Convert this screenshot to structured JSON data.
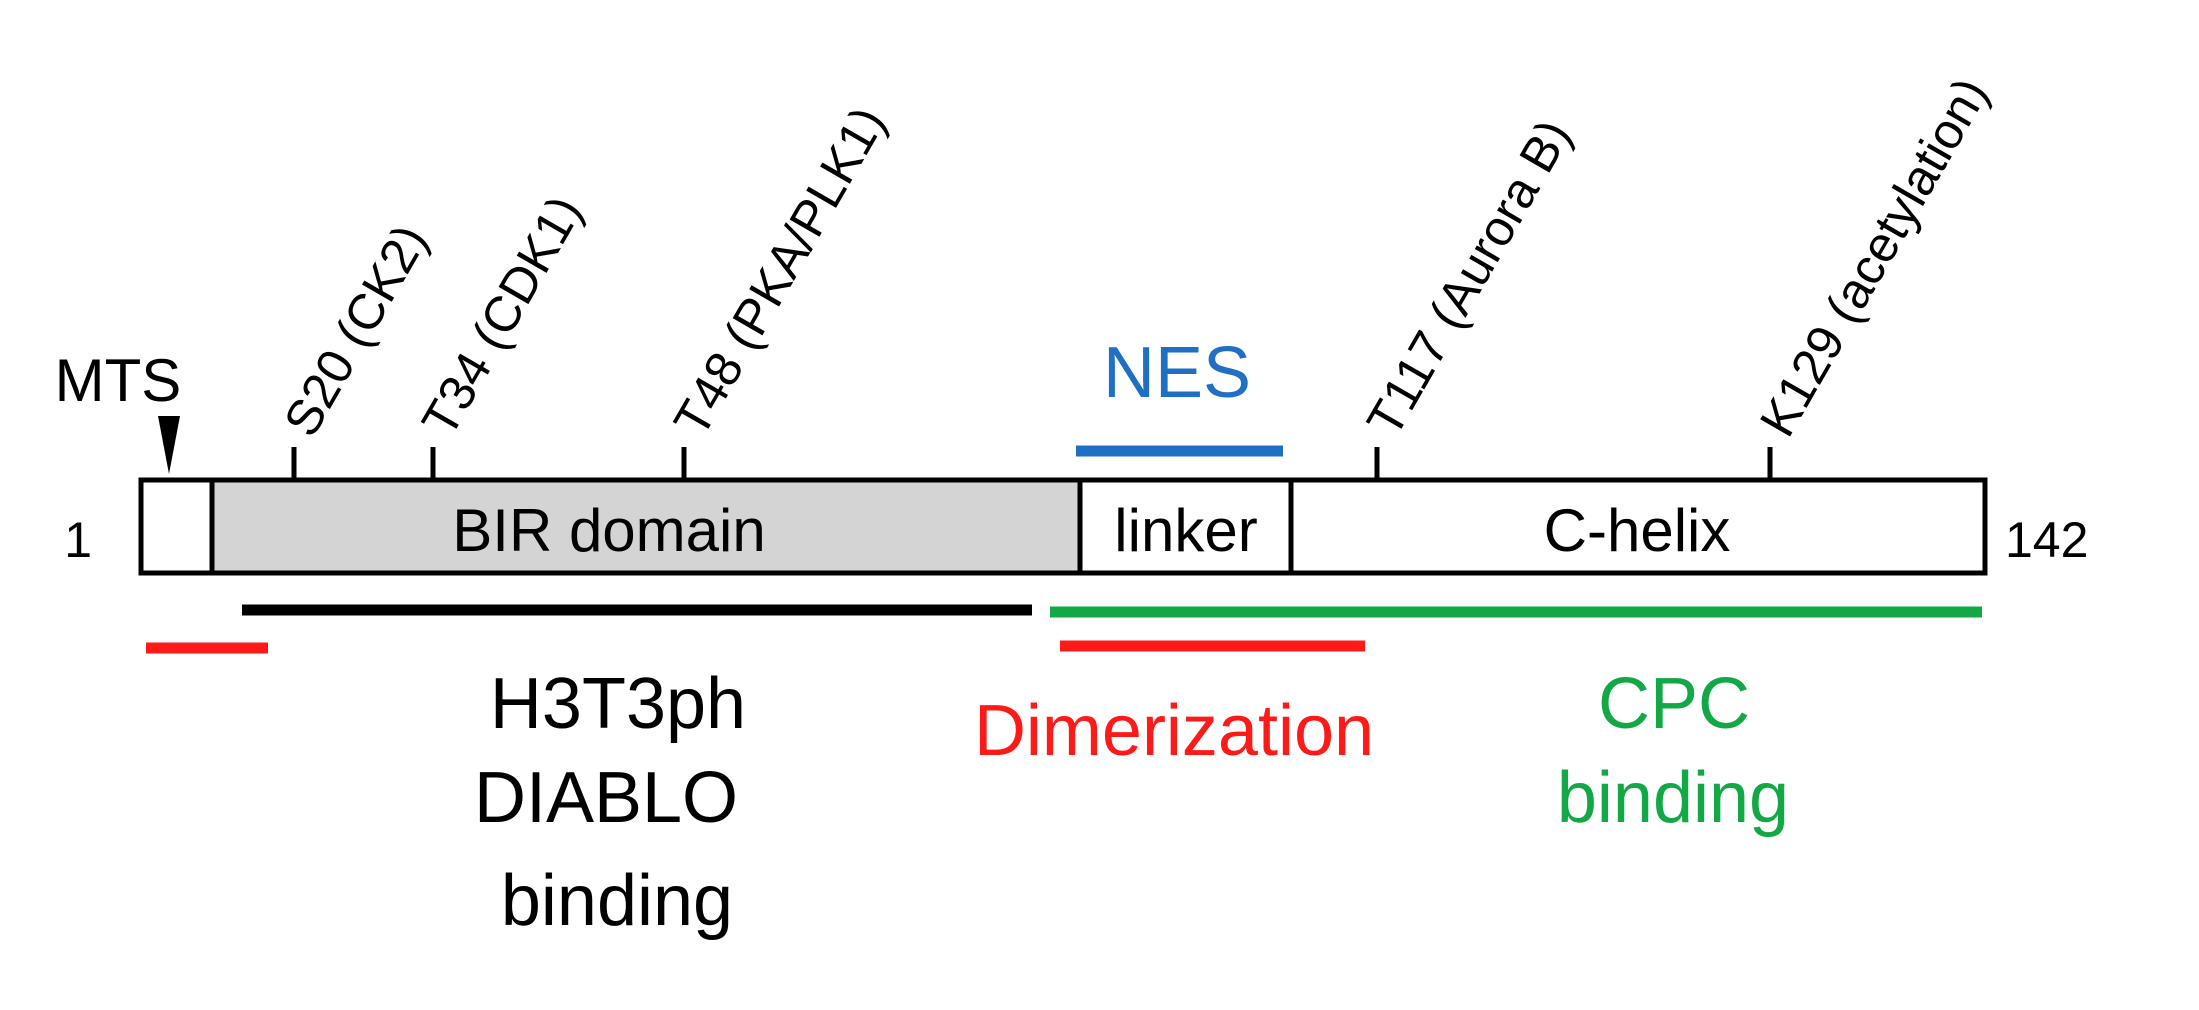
{
  "diagram": {
    "start_label": "1",
    "end_label": "142",
    "mts_label": "MTS",
    "domains": {
      "bir": "BIR domain",
      "linker": "linker",
      "chelix": "C-helix"
    },
    "sites": [
      "S20 (CK2)",
      "T34 (CDK1)",
      "T48 (PKA/PLK1)",
      "T117 (Aurora B)",
      "K129 (acetylation)"
    ],
    "nes_label": "NES",
    "binding": {
      "h3_line1": "H3T3ph",
      "h3_line2": "DIABLO",
      "h3_line3": "binding",
      "dimer": "Dimerization",
      "cpc_line1": "CPC",
      "cpc_line2": "binding"
    },
    "colors": {
      "outline": "#000000",
      "bir_fill": "#d4d4d4",
      "nes": "#1f6fc4",
      "red": "#ff1a1a",
      "green": "#12a845",
      "black": "#000000"
    }
  }
}
